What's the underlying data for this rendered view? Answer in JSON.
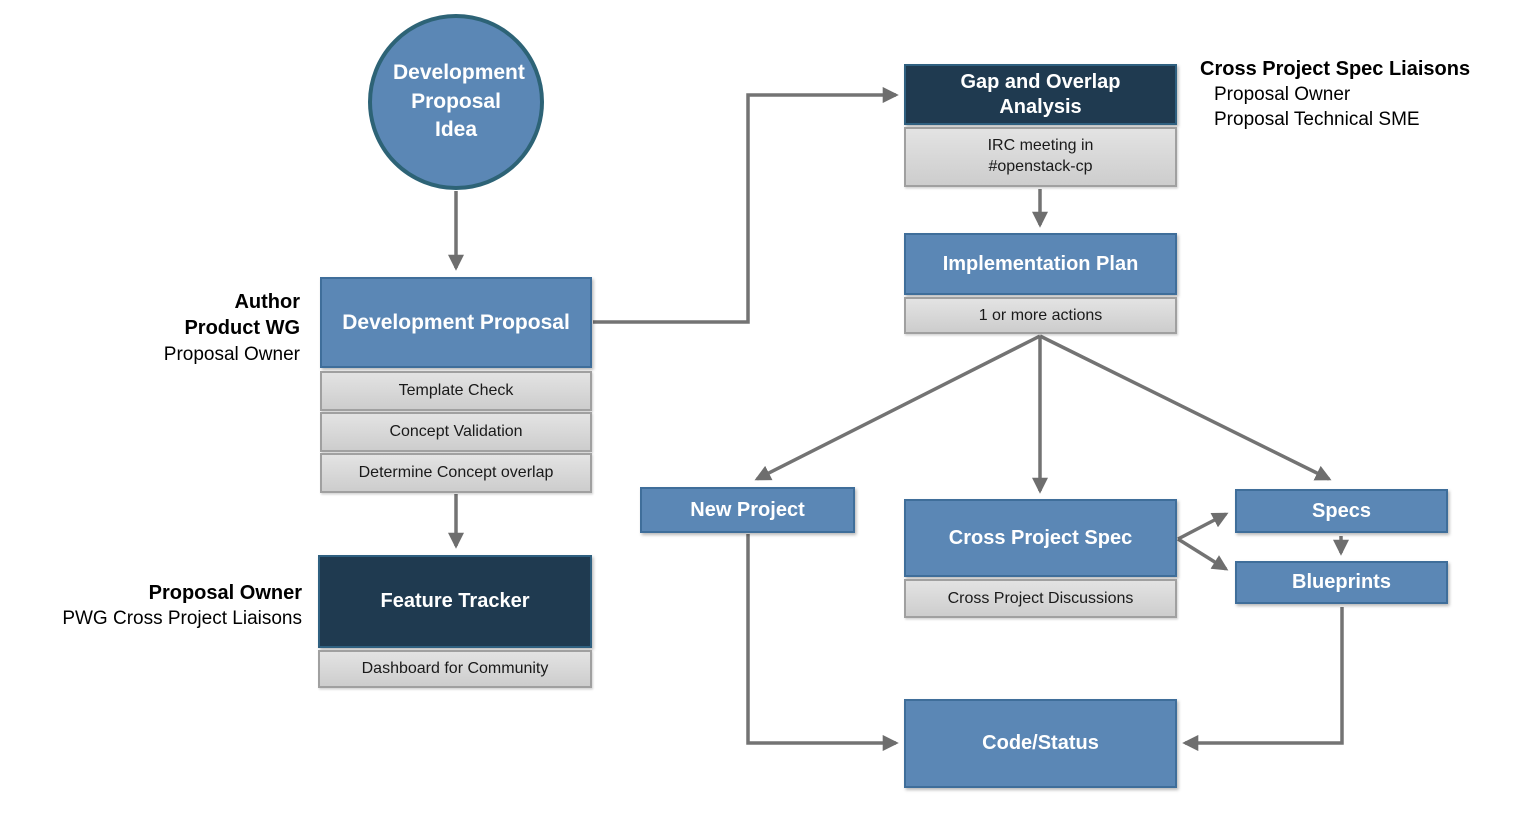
{
  "diagram": {
    "nodes": {
      "idea": {
        "label": "Development Proposal Idea"
      },
      "development_proposal": {
        "label": "Development Proposal",
        "steps": [
          "Template Check",
          "Concept Validation",
          "Determine Concept overlap"
        ]
      },
      "feature_tracker": {
        "label": "Feature Tracker",
        "sub": "Dashboard for Community"
      },
      "gap_overlap": {
        "label": "Gap and Overlap Analysis",
        "sub": "IRC meeting in #openstack-cp"
      },
      "implementation_plan": {
        "label": "Implementation Plan",
        "sub": "1 or more actions"
      },
      "new_project": {
        "label": "New Project"
      },
      "cross_project_spec": {
        "label": "Cross Project Spec",
        "sub": "Cross Project Discussions"
      },
      "specs": {
        "label": "Specs"
      },
      "blueprints": {
        "label": "Blueprints"
      },
      "code_status": {
        "label": "Code/Status"
      }
    },
    "annotations": {
      "author_block": {
        "lines": [
          "Author",
          "Product WG",
          "Proposal Owner"
        ]
      },
      "tracker_block": {
        "lines": [
          "Proposal Owner",
          "PWG Cross Project Liaisons"
        ]
      },
      "liaisons_block": {
        "lines": [
          "Cross Project Spec Liaisons",
          "Proposal Owner",
          "Proposal Technical SME"
        ]
      }
    },
    "colors": {
      "box_blue": "#5b87b5",
      "box_blue_border": "#3f6e9a",
      "box_navy": "#1f3a50",
      "box_navy_border": "#2f6080",
      "box_gray": "#d6d6d6",
      "box_gray_border": "#a0a0a0",
      "circle_border": "#2d6376",
      "arrow": "#737373",
      "text_light": "#ffffff",
      "text_dark": "#1a1a1a"
    }
  }
}
